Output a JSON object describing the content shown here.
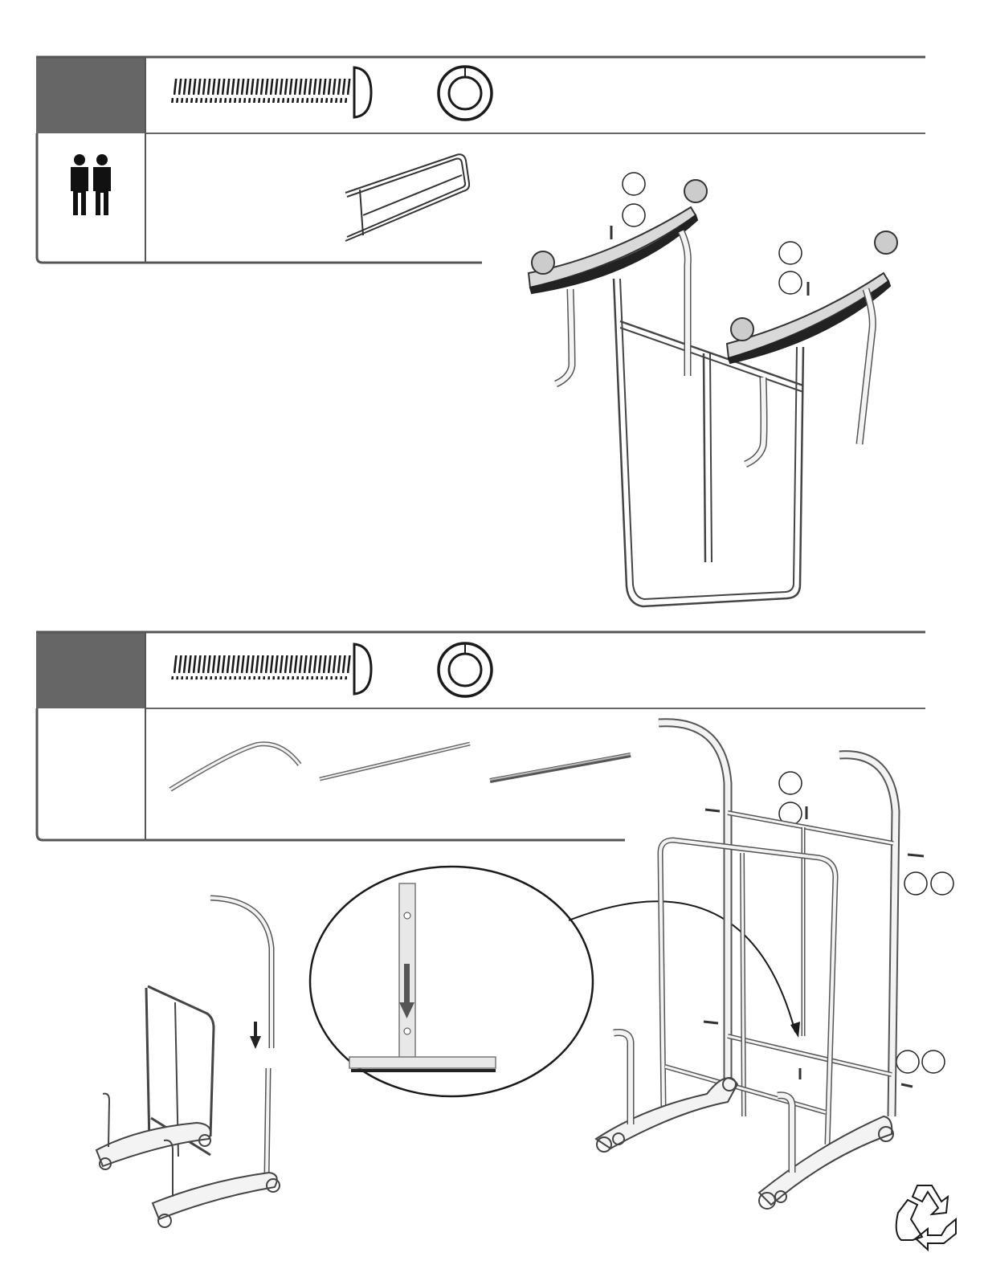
{
  "page": {
    "background": "#ffffff",
    "header_fill": "#666666",
    "line_color": "#1a1a1a"
  },
  "steps": [
    {
      "hardware": [
        {
          "icon": "bolt-icon"
        },
        {
          "icon": "washer-icon"
        }
      ],
      "people_icon": "two-people-icon",
      "parts": [
        {
          "icon": "rectangular-frame-part-icon"
        }
      ],
      "callouts": [
        {
          "icon": "callout-circle"
        },
        {
          "icon": "callout-circle"
        },
        {
          "icon": "callout-circle"
        },
        {
          "icon": "callout-circle"
        }
      ]
    },
    {
      "hardware": [
        {
          "icon": "bolt-icon"
        },
        {
          "icon": "washer-icon"
        }
      ],
      "parts": [
        {
          "icon": "curved-tube-part-icon"
        },
        {
          "icon": "straight-rod-part-icon"
        },
        {
          "icon": "straight-bar-part-icon"
        }
      ],
      "callouts": [
        {
          "icon": "callout-circle"
        },
        {
          "icon": "callout-circle"
        },
        {
          "icon": "callout-circle"
        },
        {
          "icon": "callout-circle"
        },
        {
          "icon": "callout-circle"
        },
        {
          "icon": "callout-circle"
        }
      ],
      "detail_icon": "zoom-detail-icon"
    }
  ],
  "footer": {
    "icon": "recycle-icon"
  }
}
